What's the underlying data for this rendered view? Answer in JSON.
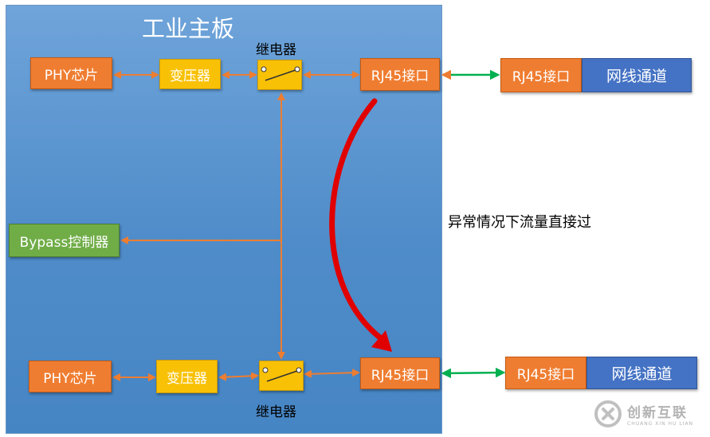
{
  "board": {
    "title": "工业主板"
  },
  "top": {
    "phy": "PHY芯片",
    "transformer": "变压器",
    "relay_label": "继电器",
    "rj45_board": "RJ45接口",
    "rj45_ext": "RJ45接口",
    "channel": "网线通道"
  },
  "bypass": {
    "label": "Bypass控制器"
  },
  "bottom": {
    "phy": "PHY芯片",
    "transformer": "变压器",
    "relay_label": "继电器",
    "rj45_board": "RJ45接口",
    "rj45_ext": "RJ45接口",
    "channel": "网线通道"
  },
  "annotation": {
    "text": "异常情况下流量直接过"
  },
  "watermark": {
    "cn": "创新互联",
    "en": "CHUANG XIN HU LIAN"
  },
  "colors": {
    "board": "#5b9bd5",
    "orange": "#ef7d31",
    "yellow": "#f9c105",
    "green": "#70ad47",
    "blue": "#4472c4",
    "connector": "#ed7d31",
    "link": "#00b050",
    "bypass_arrow": "#e00000"
  }
}
